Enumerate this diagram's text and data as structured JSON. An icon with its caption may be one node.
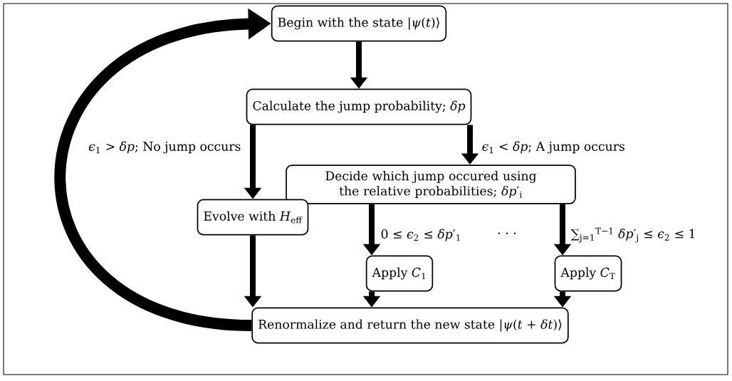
{
  "diagram": {
    "nodes": [
      {
        "text": [
          "Begin with the state |*ψ*(*t*)⟩"
        ]
      },
      {
        "text": [
          "Calculate the jump probability; *δp*"
        ]
      },
      {
        "text": [
          "Decide which jump occured using the relative probabilities; *δp*′$_{i}$"
        ]
      },
      {
        "text": [
          "Evolve with *H*$_{eff}$"
        ]
      },
      {
        "text": [
          "Apply *C*$_{1}$"
        ]
      },
      {
        "text": [
          "Apply *C*$_{T}$"
        ]
      },
      {
        "text": [
          "Renormalize and return the new state |*ψ*(*t* + *δt*)⟩"
        ]
      }
    ],
    "edges": [
      {
        "from": 0,
        "to": 1,
        "arrow": "to"
      },
      {
        "from": 1,
        "to": 3,
        "arrow": "to",
        "label": "*ϵ*$_{1}$ > *δp*; No jump occurs"
      },
      {
        "from": 1,
        "to": 2,
        "arrow": "to",
        "label": "*ϵ*$_{1}$ < *δp*; A jump occurs"
      },
      {
        "from": 2,
        "to": 4,
        "arrow": "to",
        "label": "0 ≤ *ϵ*$_{2}$ ≤ *δp*′$_{1}$"
      },
      {
        "from": 2,
        "to": 5,
        "arrow": "to",
        "label": "∑$_{j=1}$$^{T−1}$ *δp*′$_{j}$ ≤ *ϵ*$_{2}$ ≤ 1"
      },
      {
        "from": 3,
        "to": 6,
        "arrow": "to"
      },
      {
        "from": 4,
        "to": 6,
        "arrow": "to"
      },
      {
        "from": 5,
        "to": 6,
        "arrow": "to"
      },
      {
        "from": 6,
        "to": 0,
        "arrow": "to",
        "style": "thick"
      }
    ],
    "labels": [
      "· · ·"
    ]
  }
}
